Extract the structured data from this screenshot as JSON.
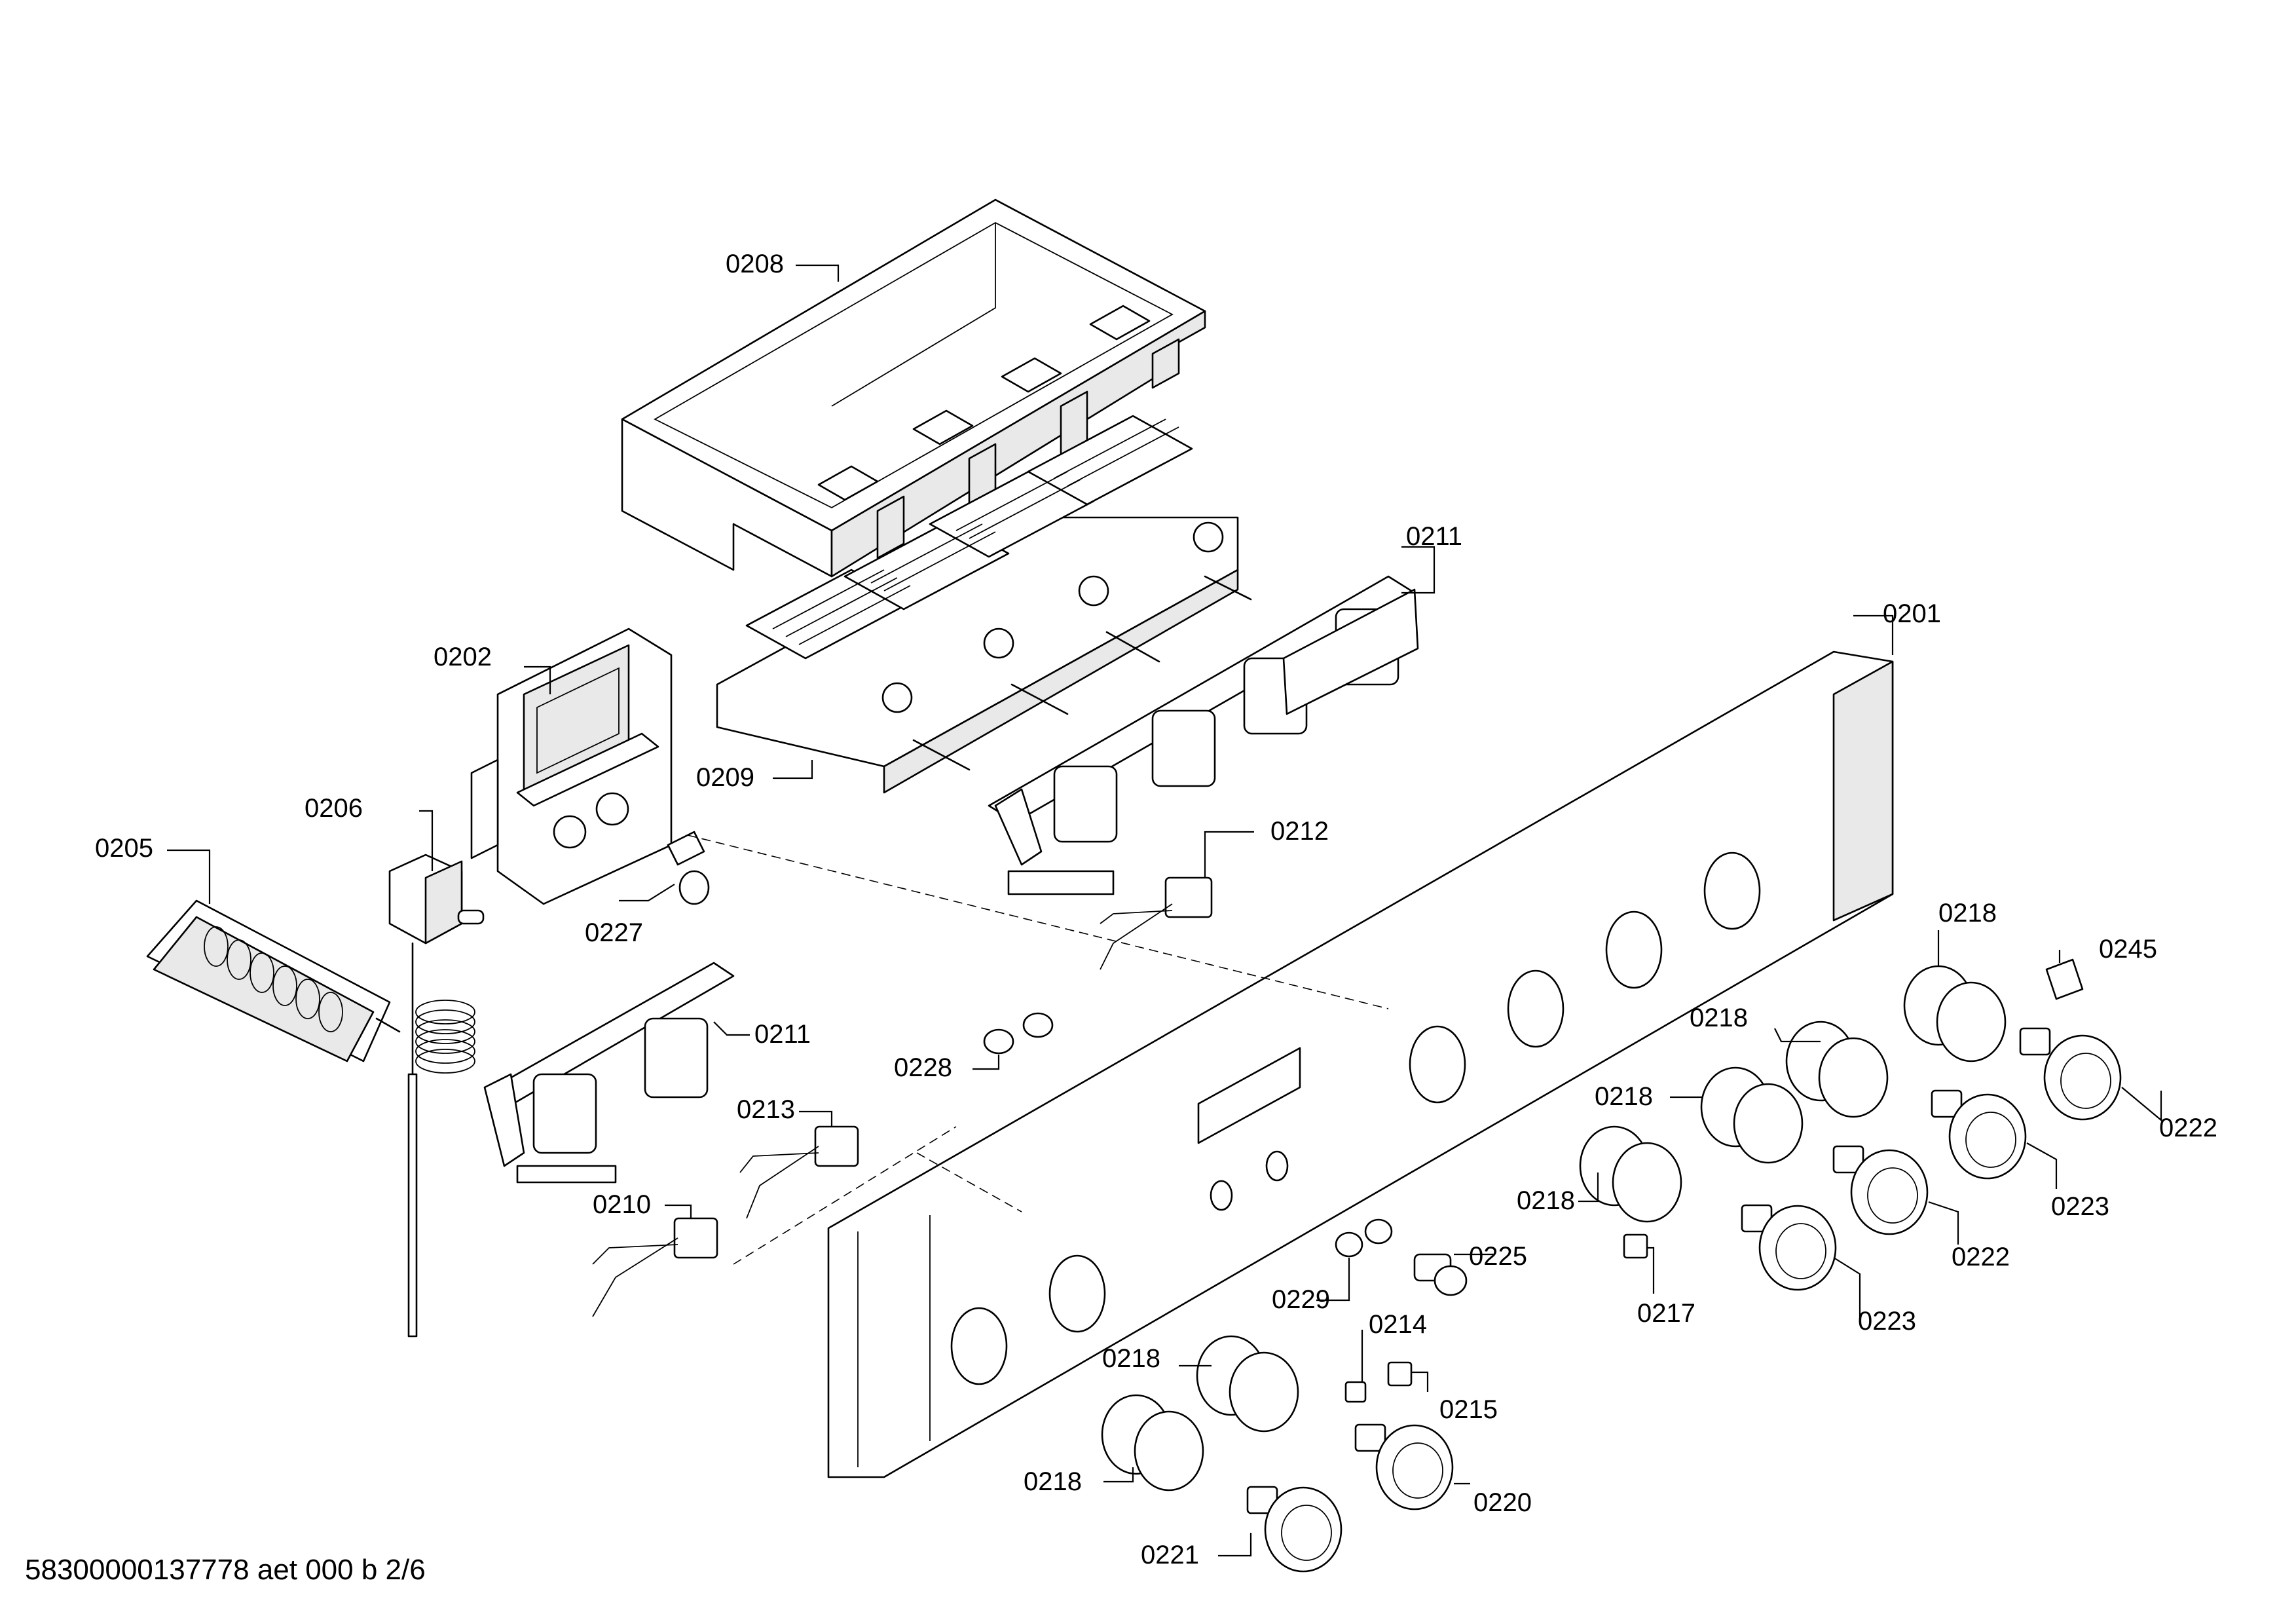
{
  "callouts": {
    "c0201": "0201",
    "c0202": "0202",
    "c0205": "0205",
    "c0206": "0206",
    "c0208": "0208",
    "c0209": "0209",
    "c0210": "0210",
    "c0211a": "0211",
    "c0211b": "0211",
    "c0212": "0212",
    "c0213": "0213",
    "c0214": "0214",
    "c0215": "0215",
    "c0217": "0217",
    "c0218a": "0218",
    "c0218b": "0218",
    "c0218c": "0218",
    "c0218d": "0218",
    "c0218e": "0218",
    "c0218f": "0218",
    "c0220": "0220",
    "c0221": "0221",
    "c0222a": "0222",
    "c0222b": "0222",
    "c0223a": "0223",
    "c0223b": "0223",
    "c0225": "0225",
    "c0227": "0227",
    "c0228": "0228",
    "c0229": "0229",
    "c0245": "0245"
  },
  "footer": {
    "document_id": "58300000137778 aet 000 b 2/6"
  }
}
